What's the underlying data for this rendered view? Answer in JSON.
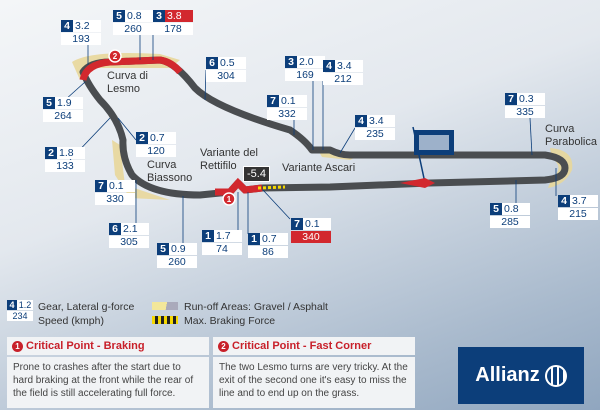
{
  "corners": {
    "lesmo": "Curva di\nLesmo",
    "biassono": "Curva\nBiassono",
    "rettifilo": "Variante del\nRettifilo",
    "ascari": "Variante Ascari",
    "parabolica": "Curva\nParabolica"
  },
  "braking_g": "-5.4",
  "markers": [
    {
      "gear": "4",
      "g": "3.2",
      "speed": "193"
    },
    {
      "gear": "5",
      "g": "0.8",
      "speed": "260"
    },
    {
      "gear": "3",
      "g": "3.8",
      "speed": "178"
    },
    {
      "gear": "6",
      "g": "0.5",
      "speed": "304"
    },
    {
      "gear": "3",
      "g": "2.0",
      "speed": "169"
    },
    {
      "gear": "4",
      "g": "3.4",
      "speed": "212"
    },
    {
      "gear": "7",
      "g": "0.1",
      "speed": "332"
    },
    {
      "gear": "4",
      "g": "3.4",
      "speed": "235"
    },
    {
      "gear": "7",
      "g": "0.3",
      "speed": "335"
    },
    {
      "gear": "4",
      "g": "3.7",
      "speed": "215"
    },
    {
      "gear": "5",
      "g": "0.8",
      "speed": "285"
    },
    {
      "gear": "7",
      "g": "0.1",
      "speed": "340"
    },
    {
      "gear": "1",
      "g": "0.7",
      "speed": "86"
    },
    {
      "gear": "1",
      "g": "1.7",
      "speed": "74"
    },
    {
      "gear": "5",
      "g": "0.9",
      "speed": "260"
    },
    {
      "gear": "6",
      "g": "2.1",
      "speed": "305"
    },
    {
      "gear": "7",
      "g": "0.1",
      "speed": "330"
    },
    {
      "gear": "2",
      "g": "1.8",
      "speed": "133"
    },
    {
      "gear": "5",
      "g": "1.9",
      "speed": "264"
    },
    {
      "gear": "2",
      "g": "0.7",
      "speed": "120"
    }
  ],
  "legend": {
    "gear": "4",
    "g": "1.2",
    "speed": "234",
    "gear_label": "Gear, Lateral g-force",
    "speed_label": "Speed (kmph)",
    "runoff": "Run-off Areas: Gravel / Asphalt",
    "braking": "Max. Braking Force"
  },
  "critical": [
    {
      "num": "1",
      "title": "Critical Point - Braking",
      "text": "Prone to crashes after the start due to hard braking at the front while the rear of the field is still accelerating full force."
    },
    {
      "num": "2",
      "title": "Critical Point - Fast Corner",
      "text": "The two Lesmo turns are very tricky. At the exit of the second one it's easy to miss the line and to end up on the grass."
    }
  ],
  "brand": "Allianz",
  "colors": {
    "navy": "#0c3e7a",
    "red": "#d2282e",
    "track": "#4a4d50",
    "gravel": "#e8d79a"
  }
}
